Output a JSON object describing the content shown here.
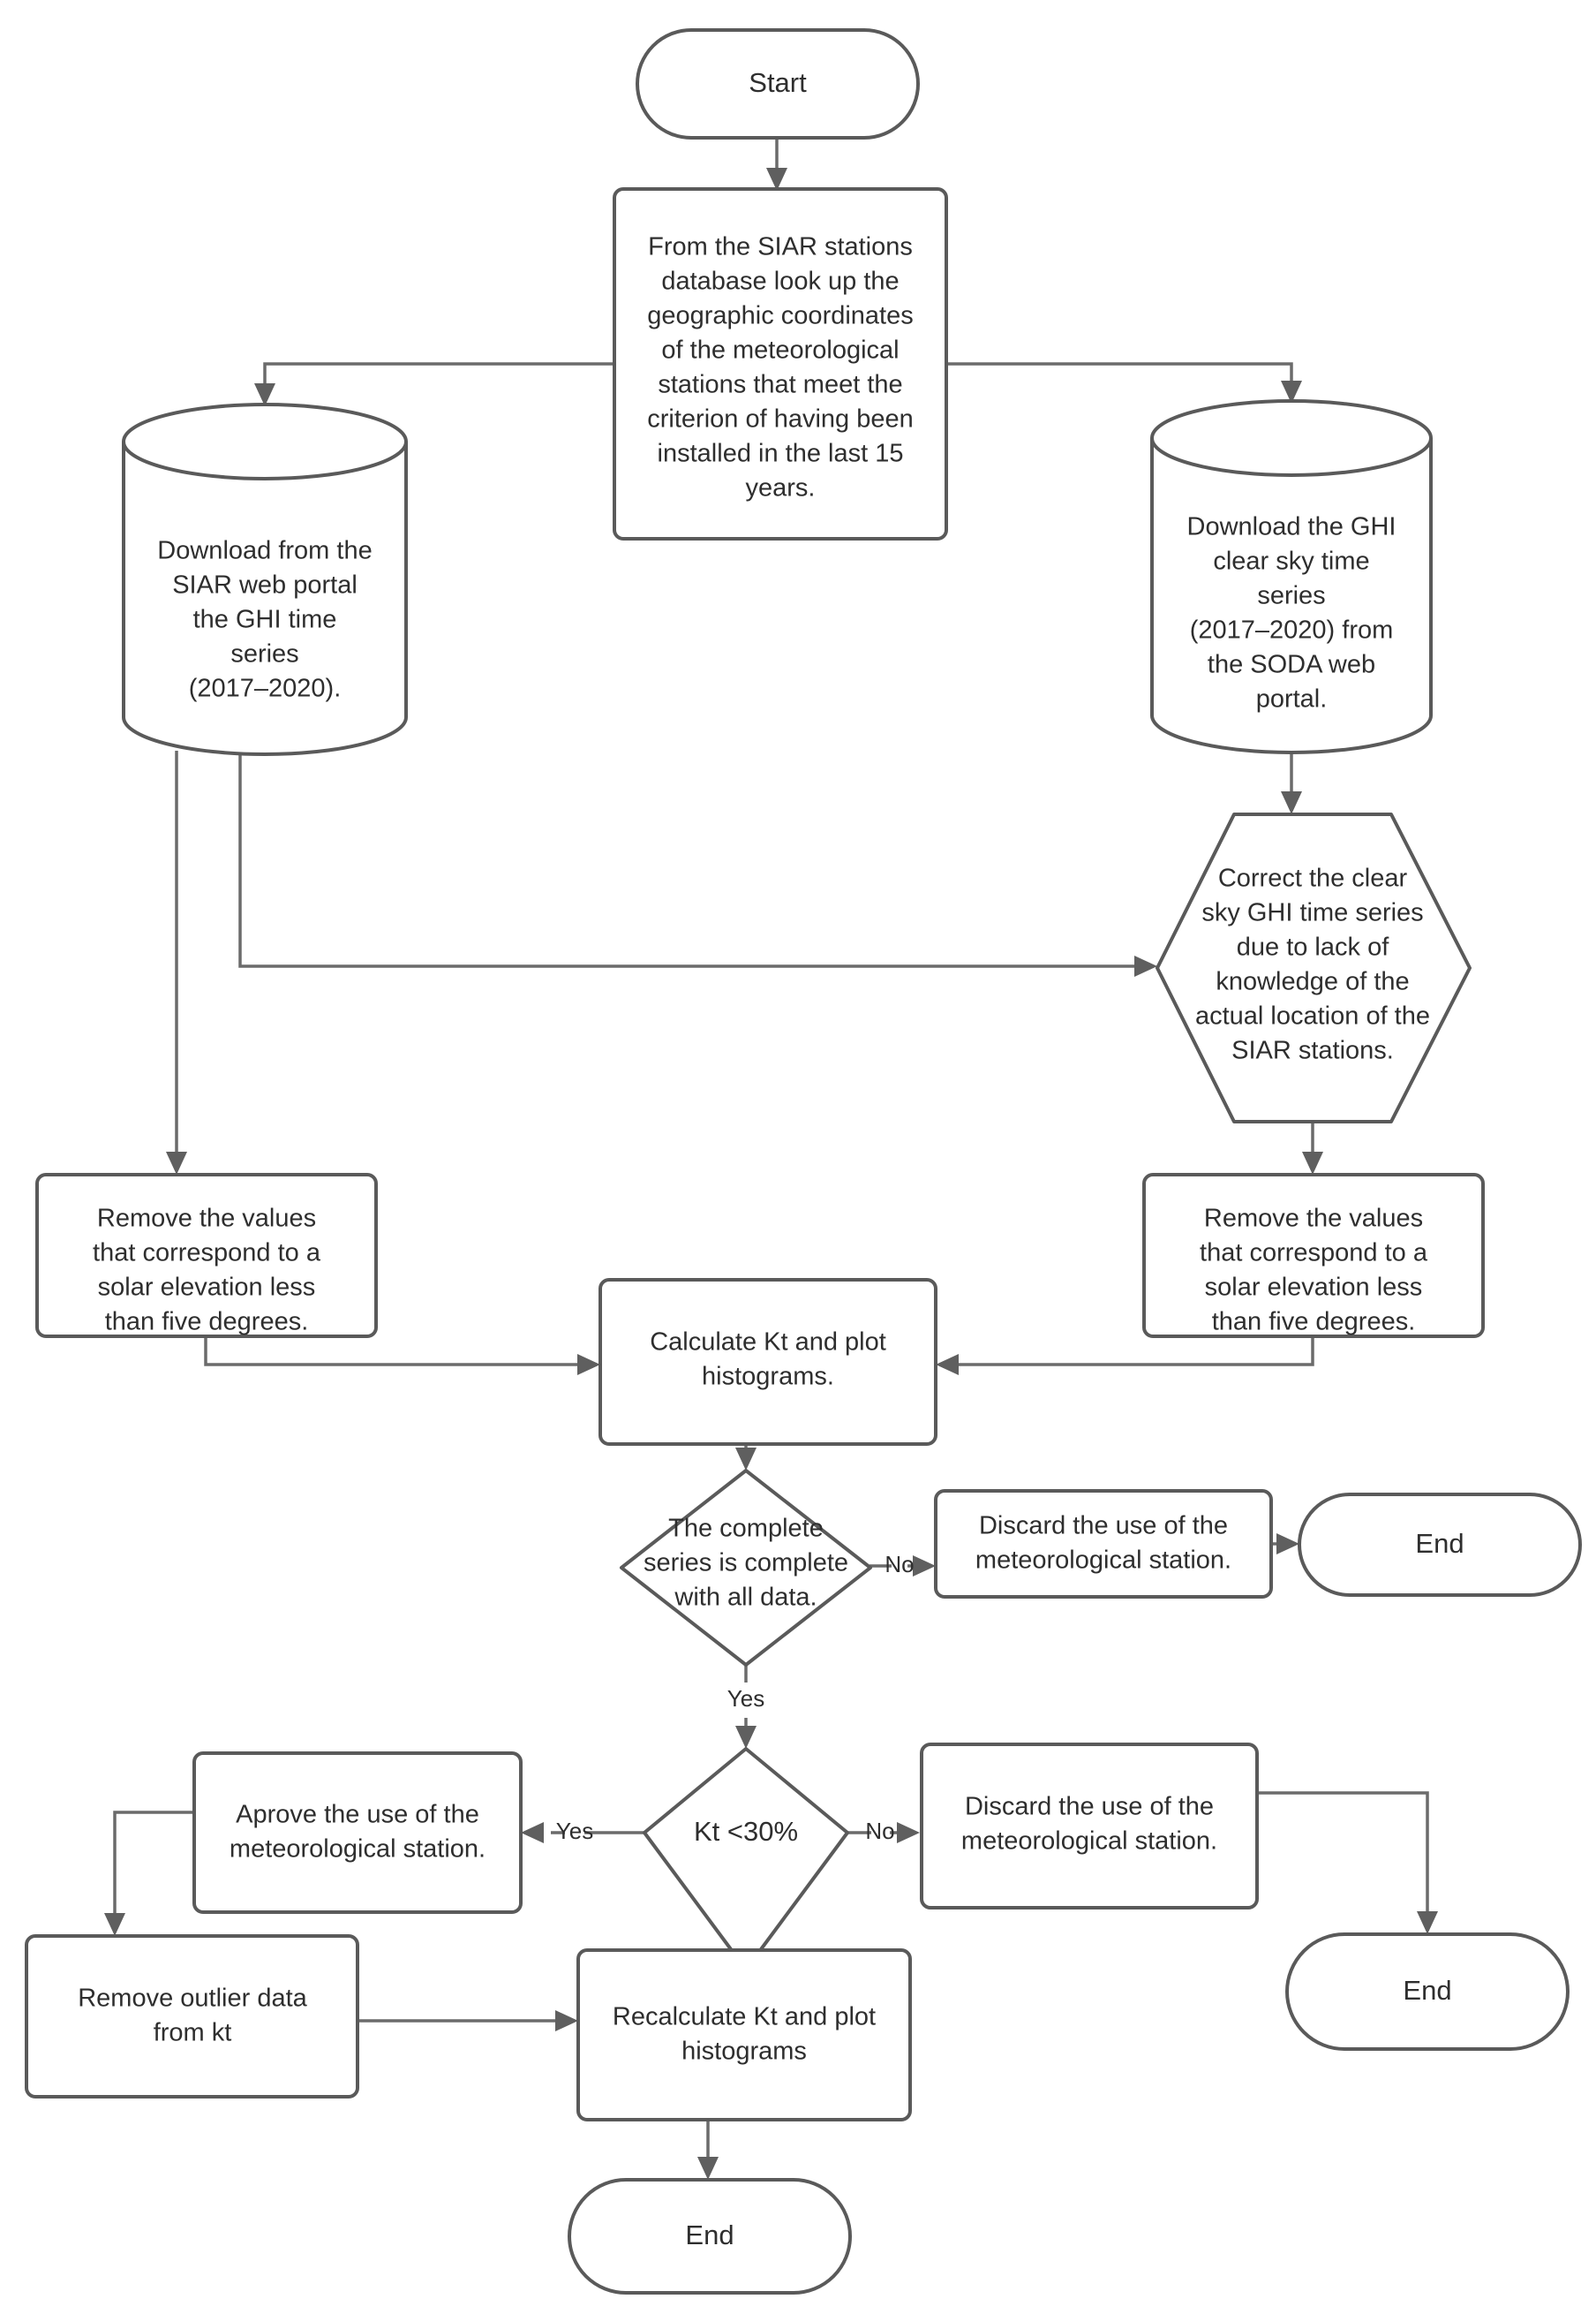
{
  "diagram": {
    "title": "SIAR GHI data quality flowchart",
    "background_color": "#ffffff",
    "stroke_color": "#5a5a5a",
    "text_color": "#2e2e2e",
    "nodes": {
      "start": {
        "type": "terminator",
        "label": "Start"
      },
      "lookup": {
        "type": "process",
        "label": "From the SIAR stations database look up the geographic coordinates of the meteorological stations that meet the criterion of having been installed in the last 15 years.",
        "lines": [
          "From the SIAR stations",
          "database look up the",
          "geographic coordinates",
          "of the meteorological",
          "stations that meet the",
          "criterion of having been",
          "installed in the last 15",
          "years."
        ]
      },
      "siar_db": {
        "type": "database",
        "label": "Download from the SIAR web portal the GHI time series (2017–2020).",
        "lines": [
          "Download from the",
          "SIAR web portal",
          "the GHI time",
          "series",
          "(2017–2020)."
        ]
      },
      "soda_db": {
        "type": "database",
        "label": "Download the GHI clear sky time series (2017–2020) from the SODA web portal.",
        "lines": [
          "Download the GHI",
          "clear sky time",
          "series",
          "(2017–2020) from",
          "the SODA web",
          "portal."
        ]
      },
      "correct": {
        "type": "preparation-hexagon",
        "label": "Correct the clear sky GHI time series due to lack of knowledge of the actual location of the SIAR stations.",
        "lines": [
          "Correct the clear",
          "sky GHI time series",
          "due to lack of",
          "knowledge of the",
          "actual location of the",
          "SIAR stations."
        ]
      },
      "remove_left": {
        "type": "process",
        "label": "Remove the values that correspond to a solar elevation less than five degrees.",
        "lines": [
          "Remove the values",
          "that correspond to a",
          "solar elevation less",
          "than five degrees."
        ]
      },
      "remove_right": {
        "type": "process",
        "label": "Remove the values that correspond to a solar elevation less than five degrees.",
        "lines": [
          "Remove the values",
          "that correspond to a",
          "solar elevation less",
          "than five degrees."
        ]
      },
      "calc_kt": {
        "type": "process",
        "label": "Calculate Kt and plot histograms.",
        "lines": [
          "Calculate Kt and plot",
          "histograms."
        ]
      },
      "complete_decision": {
        "type": "decision",
        "label": "The complete series is complete with all data.",
        "lines": [
          "The complete",
          "series is complete",
          "with all data."
        ]
      },
      "discard_top": {
        "type": "process",
        "label": "Discard the use of the meteorological station.",
        "lines": [
          "Discard the use of the",
          "meteorological station."
        ]
      },
      "end_top_right": {
        "type": "terminator",
        "label": "End"
      },
      "kt_decision": {
        "type": "decision",
        "label": "Kt <30%",
        "lines": [
          "Kt <30%"
        ]
      },
      "aprove": {
        "type": "process",
        "label": "Aprove the use of the meteorological station.",
        "lines": [
          "Aprove the use of the",
          "meteorological station."
        ]
      },
      "discard_bottom": {
        "type": "process",
        "label": "Discard the use of the meteorological station.",
        "lines": [
          "Discard the use of the",
          "meteorological station."
        ]
      },
      "end_bottom_right": {
        "type": "terminator",
        "label": "End"
      },
      "remove_outlier": {
        "type": "process",
        "label": "Remove outlier data from kt",
        "lines": [
          "Remove outlier data",
          "from kt"
        ]
      },
      "recalc_kt": {
        "type": "process",
        "label": "Recalculate Kt and plot histograms",
        "lines": [
          "Recalculate Kt and plot",
          "histograms"
        ]
      },
      "end_bottom": {
        "type": "terminator",
        "label": "End"
      }
    },
    "edge_labels": {
      "complete_no": "No",
      "complete_yes": "Yes",
      "kt_yes": "Yes",
      "kt_no": "No"
    }
  }
}
